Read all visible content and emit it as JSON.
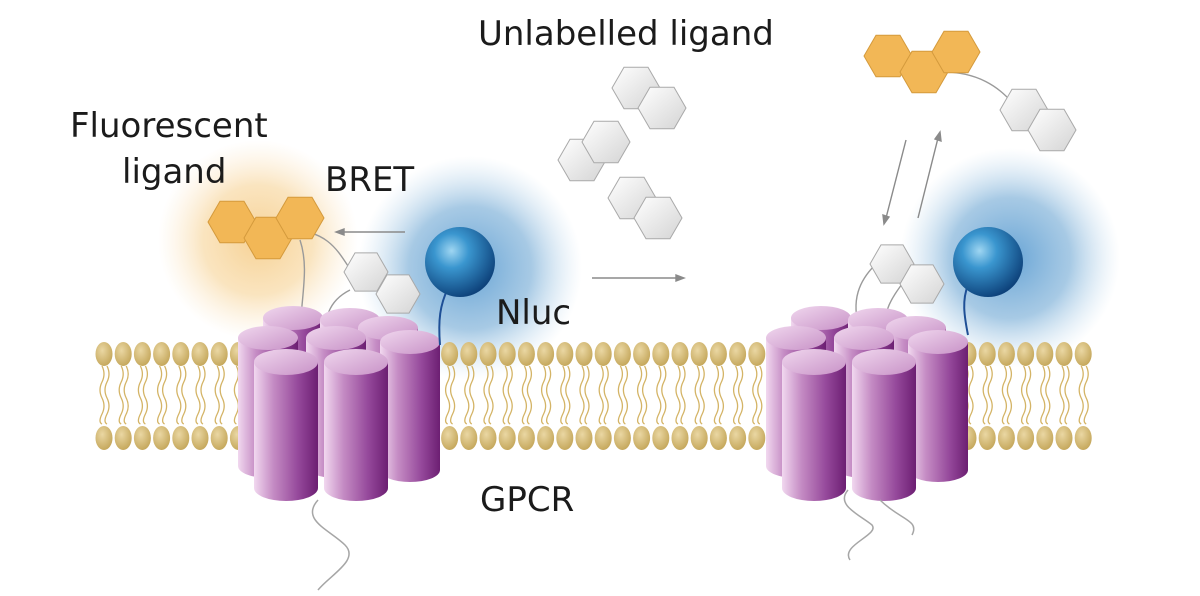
{
  "labels": {
    "unlabelled_ligand": "Unlabelled ligand",
    "fluorescent_ligand_line1": "Fluorescent",
    "fluorescent_ligand_line2": "ligand",
    "bret": "BRET",
    "nluc": "Nluc",
    "gpcr": "GPCR"
  },
  "colors": {
    "fluorescent_hex": "#f2b756",
    "fluorescent_glow": "#f8d9a4",
    "nluc_sphere": "#1d6fae",
    "nluc_glow": "#8ab8dc",
    "receptor_purple": "#8c3a8c",
    "lipid_head": "#d8bf7c",
    "unlabelled_hex": "#e6e6e6"
  }
}
